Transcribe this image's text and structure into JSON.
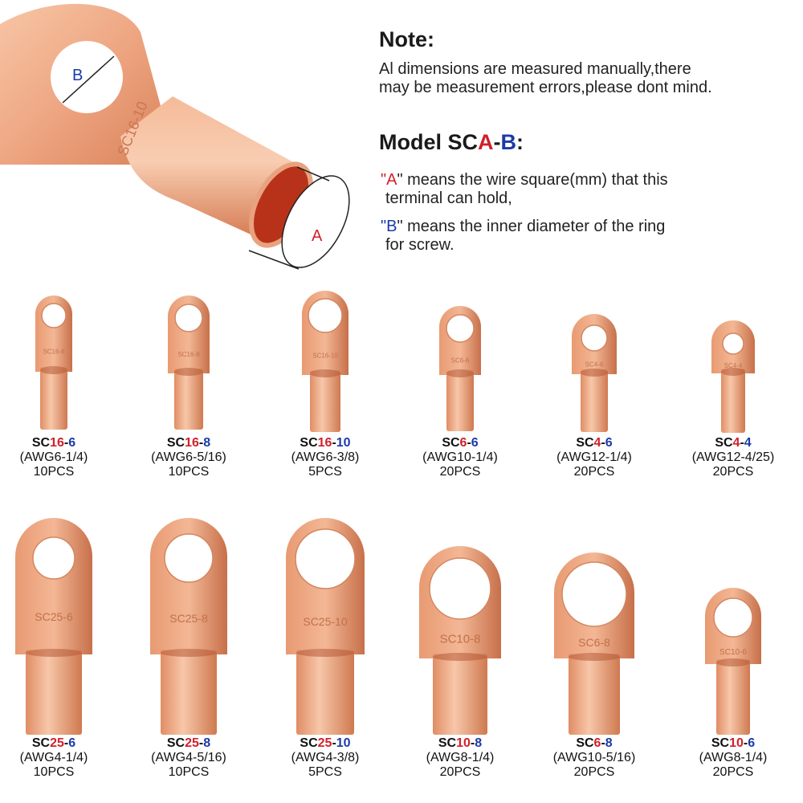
{
  "hero": {
    "label_a": "A",
    "label_b": "B",
    "stamp": "SC16-10"
  },
  "note": {
    "title": "Note:",
    "line1": "Al dimensions are measured manually,there",
    "line2": "may be measurement errors,please dont mind."
  },
  "model": {
    "prefix": "Model SC",
    "a": "A",
    "dash": "-",
    "b": "B",
    "suffix": ":"
  },
  "explain": {
    "a_quote_open": "\"",
    "a_letter": "A",
    "a_rest": "\" means the wire square(mm) that this",
    "a_line2": "terminal can hold,",
    "b_quote_open": "\"",
    "b_letter": "B",
    "b_rest": "\" means the inner diameter of the ring",
    "b_line2": "for screw."
  },
  "colors": {
    "copper_light": "#f3b795",
    "copper_mid": "#e89a72",
    "copper_dark": "#c7704a",
    "hole_inner": "#b8321a",
    "red_accent": "#d1202a",
    "blue_accent": "#1b3aa8"
  },
  "items": [
    {
      "prefix": "SC",
      "a": "16",
      "dash": "-",
      "b": "6",
      "awg": "(AWG6-1/4)",
      "qty": "10PCS",
      "stamp": "SC16-6"
    },
    {
      "prefix": "SC",
      "a": "16",
      "dash": "-",
      "b": "8",
      "awg": "(AWG6-5/16)",
      "qty": "10PCS",
      "stamp": "SC16-8"
    },
    {
      "prefix": "SC",
      "a": "16",
      "dash": "-",
      "b": "10",
      "awg": "(AWG6-3/8)",
      "qty": "5PCS",
      "stamp": "SC16-10"
    },
    {
      "prefix": "SC",
      "a": "6",
      "dash": "-",
      "b": "6",
      "awg": "(AWG10-1/4)",
      "qty": "20PCS",
      "stamp": "SC6-6"
    },
    {
      "prefix": "SC",
      "a": "4",
      "dash": "-",
      "b": "6",
      "awg": "(AWG12-1/4)",
      "qty": "20PCS",
      "stamp": "SC4-6"
    },
    {
      "prefix": "SC",
      "a": "4",
      "dash": "-",
      "b": "4",
      "awg": "(AWG12-4/25)",
      "qty": "20PCS",
      "stamp": "SC4-4"
    },
    {
      "prefix": "SC",
      "a": "25",
      "dash": "-",
      "b": "6",
      "awg": "(AWG4-1/4)",
      "qty": "10PCS",
      "stamp": "SC25-6"
    },
    {
      "prefix": "SC",
      "a": "25",
      "dash": "-",
      "b": "8",
      "awg": "(AWG4-5/16)",
      "qty": "10PCS",
      "stamp": "SC25-8"
    },
    {
      "prefix": "SC",
      "a": "25",
      "dash": "-",
      "b": "10",
      "awg": "(AWG4-3/8)",
      "qty": "5PCS",
      "stamp": "SC25-10"
    },
    {
      "prefix": "SC",
      "a": "10",
      "dash": "-",
      "b": "8",
      "awg": "(AWG8-1/4)",
      "qty": "20PCS",
      "stamp": "SC10-8"
    },
    {
      "prefix": "SC",
      "a": "6",
      "dash": "-",
      "b": "8",
      "awg": "(AWG10-5/16)",
      "qty": "20PCS",
      "stamp": "SC6-8"
    },
    {
      "prefix": "SC",
      "a": "10",
      "dash": "-",
      "b": "6",
      "awg": "(AWG8-1/4)",
      "qty": "20PCS",
      "stamp": "SC10-6"
    }
  ]
}
